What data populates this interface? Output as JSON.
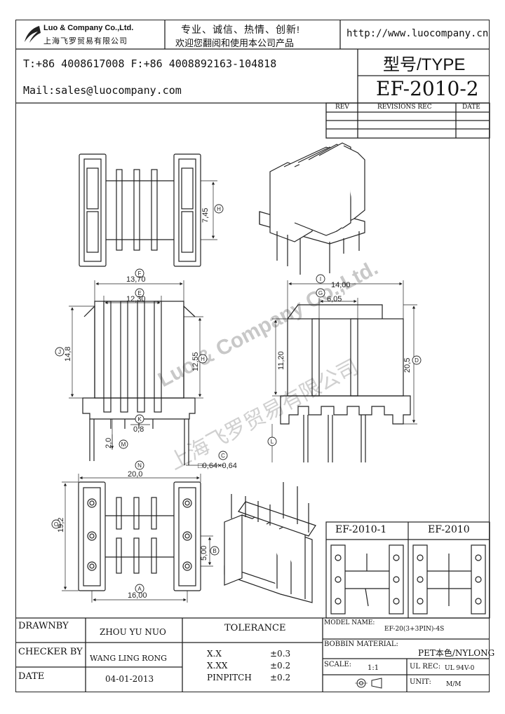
{
  "header": {
    "company_en": "Luo & Company Co.,Ltd.",
    "company_cn": "上海飞罗贸易有限公司",
    "slogan": "专业、诚信、热情、创新!",
    "welcome": "欢迎您翻阅和使用本公司产品",
    "website": "http://www.luocompany.cn",
    "phone": "T:+86 4008617008 F:+86 4008892163-104818",
    "mail": "Mail:sales@luocompany.com",
    "type_label": "型号/TYPE",
    "type_value": "EF-2010-2"
  },
  "revisions": {
    "rev_label": "REV",
    "rec_label": "REVISIONS REC",
    "date_label": "DATE"
  },
  "dims": {
    "d745": "7,45",
    "d1370": "13,70",
    "d1230": "12,30",
    "d148": "14,8",
    "d1255": "12,55",
    "d08": "0,8",
    "d20": "2,0",
    "d064": "□0,64×0,64",
    "d1400": "14,00",
    "d605": "6,05",
    "d1120": "11,20",
    "d205": "20,5",
    "d200": "20,0",
    "d192": "19,2",
    "d500": "5,00",
    "d1600": "16,00"
  },
  "markers": {
    "A": "A",
    "B": "B",
    "C": "C",
    "D": "D",
    "E": "E",
    "F": "F",
    "G": "G",
    "H": "H",
    "I": "I",
    "J": "J",
    "K": "K",
    "L": "L",
    "M": "M",
    "N": "N",
    "O": "O"
  },
  "variants": {
    "v1": "EF-2010-1",
    "v2": "EF-2010"
  },
  "watermark": {
    "en": "Luo & Company Co.,Ltd.",
    "cn": "上海飞罗贸易有限公司"
  },
  "titleblock": {
    "drawnby_label": "DRAWNBY",
    "drawnby_value": "ZHOU YU NUO",
    "checker_label": "CHECKER BY",
    "checker_value": "WANG LING RONG",
    "date_label": "DATE",
    "date_value": "04-01-2013",
    "tolerance_label": "TOLERANCE",
    "tol1_k": "X.X",
    "tol1_v": "±0.3",
    "tol2_k": "X.XX",
    "tol2_v": "±0.2",
    "tol3_k": "PINPITCH",
    "tol3_v": "±0.2",
    "model_label": "MODEL NAME:",
    "model_value": "EF-20(3+3PIN)-4S",
    "bobbin_label": "BOBBIN MATERIAL:",
    "bobbin_value": "PET本色/NYLONG",
    "scale_label": "SCALE:",
    "scale_value": "1:1",
    "ul_label": "UL REC:",
    "ul_value": "UL 94V-0",
    "unit_label": "UNIT:",
    "unit_value": "M/M"
  }
}
